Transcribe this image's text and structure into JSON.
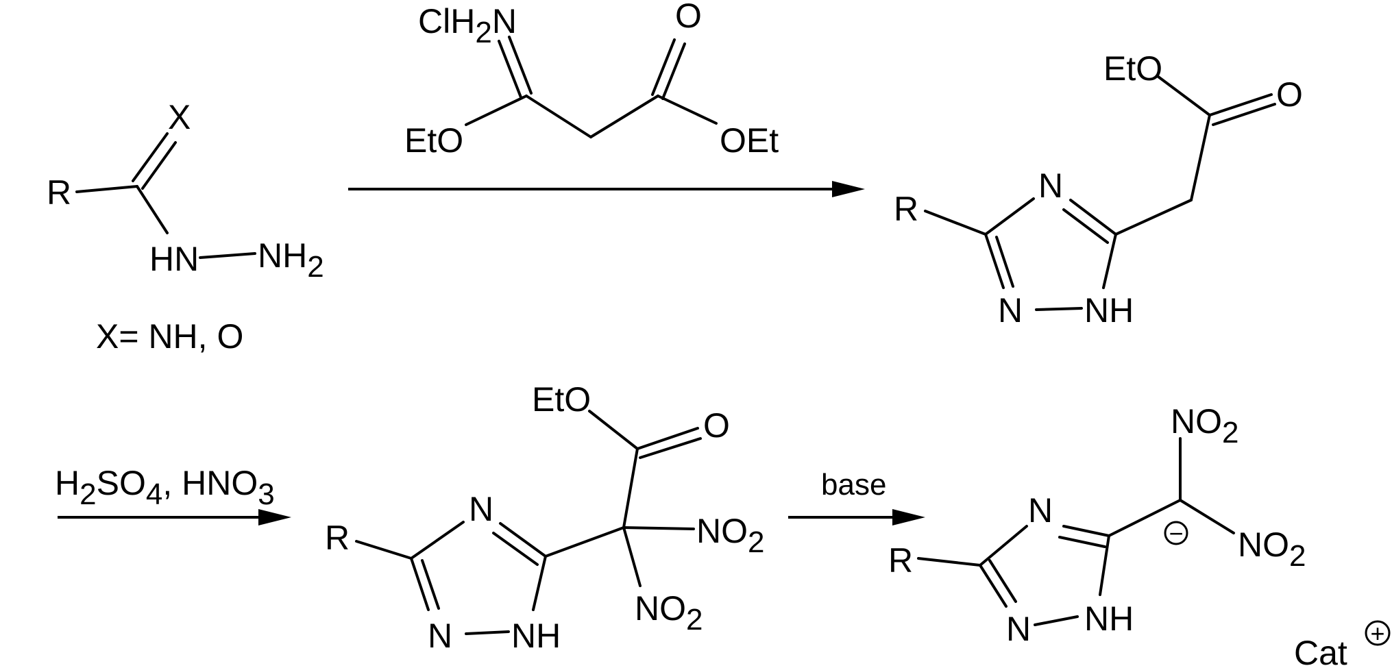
{
  "starting_material": {
    "atom_r": "R",
    "atom_x": "X",
    "atom_hn": "HN",
    "atom_nh2": "NH",
    "nh2_sub": "2",
    "condition": "X= NH, O"
  },
  "reagent": {
    "atom_clh2n_a": "ClH",
    "atom_clh2n_sub": "2",
    "atom_clh2n_b": "N",
    "atom_o": "O",
    "atom_eto": "EtO",
    "atom_oet": "OEt"
  },
  "product1": {
    "atom_eto": "EtO",
    "atom_o": "O",
    "atom_r": "R",
    "atom_n_top": "N",
    "atom_n_bottom": "N",
    "atom_nh": "NH"
  },
  "step2": {
    "reagents_h": "H",
    "reagents_sub1": "2",
    "reagents_so": "SO",
    "reagents_sub2": "4",
    "reagents_hno": ", HNO",
    "reagents_sub3": "3"
  },
  "product2": {
    "atom_eto": "EtO",
    "atom_o": "O",
    "atom_r": "R",
    "atom_n_top": "N",
    "atom_n_bottom": "N",
    "atom_nh": "NH",
    "no2_a_main": "NO",
    "no2_a_sub": "2",
    "no2_b_main": "NO",
    "no2_b_sub": "2"
  },
  "step3": {
    "reagent": "base"
  },
  "product3": {
    "atom_r": "R",
    "atom_n_top": "N",
    "atom_n_bottom": "N",
    "atom_nh": "NH",
    "no2_a_main": "NO",
    "no2_a_sub": "2",
    "no2_b_main": "NO",
    "no2_b_sub": "2",
    "charge_minus": "−",
    "cation": "Cat",
    "charge_plus": "+"
  }
}
